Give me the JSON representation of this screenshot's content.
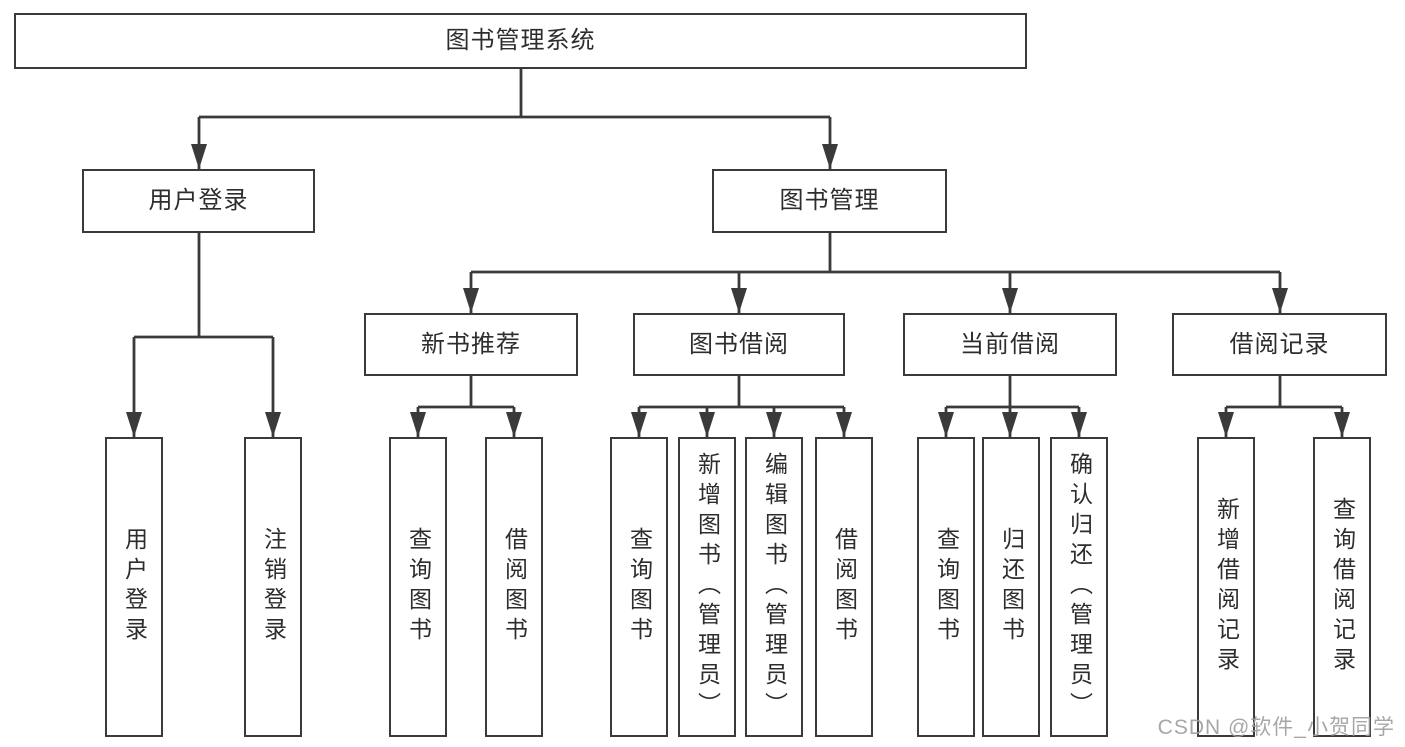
{
  "diagram": {
    "type": "hierarchy-tree",
    "title": "图书管理系统",
    "watermark": "CSDN @软件_小贺同学",
    "colors": {
      "line": "#3a3a3a",
      "box_border": "#3a3a3a",
      "text": "#2d2d2d",
      "background": "#ffffff",
      "watermark_text": "#9e9e9e"
    }
  },
  "nodes": {
    "root": {
      "label": "图书管理系统"
    },
    "level2": [
      {
        "label": "用户登录",
        "parent": "图书管理系统"
      },
      {
        "label": "图书管理",
        "parent": "图书管理系统"
      }
    ],
    "level3": [
      {
        "label": "新书推荐",
        "parent": "图书管理"
      },
      {
        "label": "图书借阅",
        "parent": "图书管理"
      },
      {
        "label": "当前借阅",
        "parent": "图书管理"
      },
      {
        "label": "借阅记录",
        "parent": "图书管理"
      }
    ],
    "leaves": [
      {
        "label": "用户登录",
        "parent": "用户登录"
      },
      {
        "label": "注销登录",
        "parent": "用户登录"
      },
      {
        "label": "查询图书",
        "parent": "新书推荐"
      },
      {
        "label": "借阅图书",
        "parent": "新书推荐"
      },
      {
        "label": "查询图书",
        "parent": "图书借阅"
      },
      {
        "label": "新增图书（管理员）",
        "parent": "图书借阅"
      },
      {
        "label": "编辑图书（管理员）",
        "parent": "图书借阅"
      },
      {
        "label": "借阅图书",
        "parent": "图书借阅"
      },
      {
        "label": "查询图书",
        "parent": "当前借阅"
      },
      {
        "label": "归还图书",
        "parent": "当前借阅"
      },
      {
        "label": "确认归还（管理员）",
        "parent": "当前借阅"
      },
      {
        "label": "新增借阅记录",
        "parent": "借阅记录"
      },
      {
        "label": "查询借阅记录",
        "parent": "借阅记录"
      }
    ]
  }
}
